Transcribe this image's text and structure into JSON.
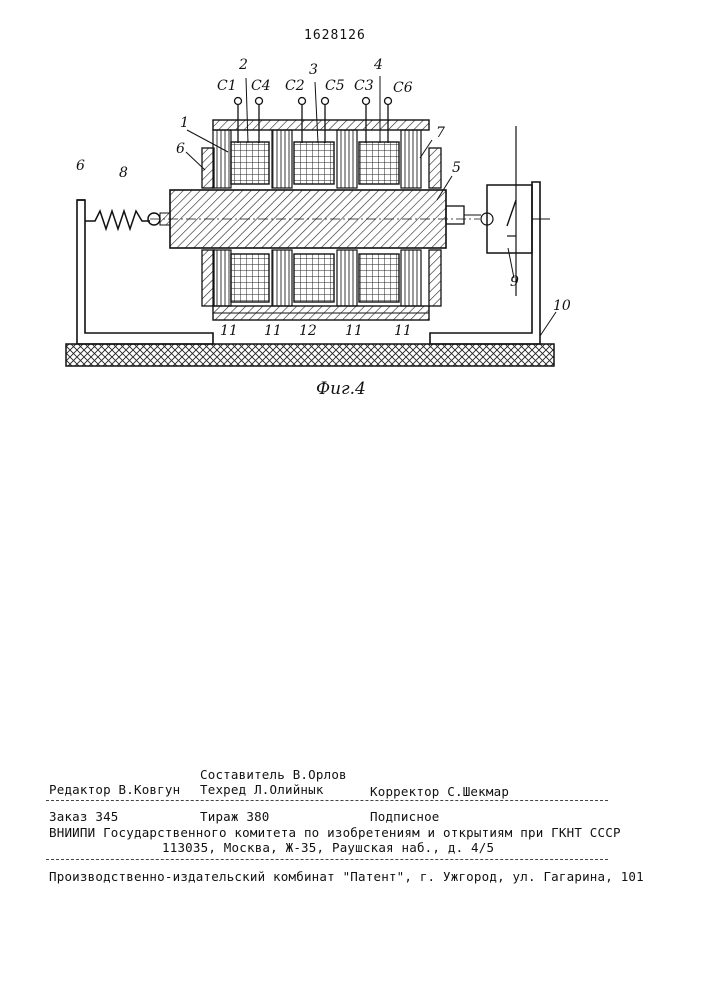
{
  "header": {
    "doc_number": "1628126"
  },
  "figure": {
    "caption": "Фиг.4",
    "labels": {
      "c1": "С1",
      "c4": "С4",
      "c2": "С2",
      "c5": "С5",
      "c3": "С3",
      "c6": "С6",
      "n1": "1",
      "n2": "2",
      "n3": "3",
      "n4": "4",
      "n5": "5",
      "n6a": "6",
      "n6b": "6",
      "n7": "7",
      "n8": "8",
      "n9": "9",
      "n10": "10",
      "n11a": "11",
      "n11b": "11",
      "n11c": "11",
      "n11d": "11",
      "n12": "12"
    }
  },
  "footer": {
    "compiler": "Составитель В.Орлов",
    "editor": "Редактор В.Ковгун",
    "techred": "Техред Л.Олийнык",
    "corrector": "Корректор С.Шекмар",
    "order": "Заказ 345",
    "circulation": "Тираж 380",
    "subscription": "Подписное",
    "institute": "ВНИИПИ Государственного комитета по изобретениям и открытиям при ГКНТ СССР",
    "address": "113035, Москва, Ж-35, Раушская наб., д. 4/5",
    "printer": "Производственно-издательский комбинат \"Патент\", г. Ужгород, ул. Гагарина, 101"
  }
}
